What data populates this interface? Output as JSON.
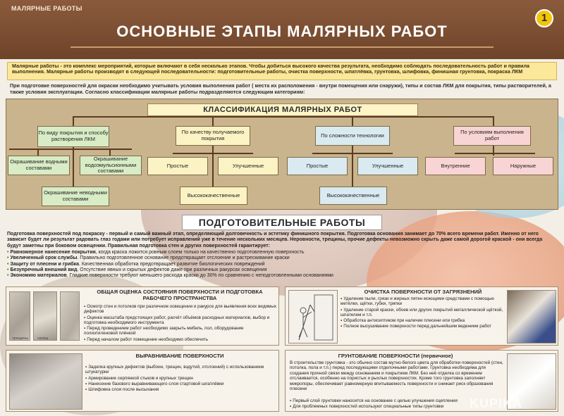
{
  "header": {
    "tag": "МАЛЯРНЫЕ РАБОТЫ",
    "title": "ОСНОВНЫЕ ЭТАПЫ МАЛЯРНЫХ РАБОТ",
    "page_number": "1"
  },
  "intro": {
    "text": "Малярные работы - это комплекс мероприятий, которые включают в себя несколько этапов. Чтобы добиться высокого качества результата, необходимо соблюдать последовательность работ и правила выполнения. Малярные работы производят в следующей последовательности: подготовительные работы, очистка поверхности, шпатлёвка, грунтовка, шлифовка, финишная грунтовка, покраска ЛКМ"
  },
  "note": {
    "text": "При подготовке поверхностей для окраски необходимо учитывать условия выполнения работ ( места их расположения - внутри помещения или снаружи), типы и состав ЛКМ для покрытия, типы растворителей, а также условия эксплуатации. Согласно классификации малярные работы подразделяются следующим категориям:"
  },
  "classification": {
    "title": "КЛАССИФИКАЦИЯ МАЛЯРНЫХ РАБОТ",
    "groups": [
      {
        "head": "По виду покрытия и способу растворения ЛКМ",
        "items": [
          "Окрашивание водными составами",
          "Окрашивание водоэмульсионными составами",
          "Окрашивание неводными составами"
        ]
      },
      {
        "head": "По качеству получаемого покрытия",
        "items": [
          "Простые",
          "Улучшенные",
          "Высококачественные"
        ]
      },
      {
        "head": "По сложности технологии",
        "items": [
          "Простые",
          "Улучшенные",
          "Высококачественные"
        ]
      },
      {
        "head": "По условиям выполнения работ",
        "items": [
          "Внутренние",
          "Наружные"
        ]
      }
    ]
  },
  "preparation": {
    "title": "ПОДГОТОВИТЕЛЬНЫЕ РАБОТЫ",
    "lead": "Подготовка поверхностей под покраску - первый и самый важный этап, определяющий долговечность и эстетику финишного покрытия. Подготовка основания занимает до 70% всего времени работ. Именно от него зависит будет ли результат радовать глаз годами или потребует исправлений уже в течение нескольких месяцев. Неровности, трещины, прочие дефекты невозможно скрыть даже самой дорогой краской - они всегда будут заметны при боковом освещении. Правильная подготовка стен и других поверхностей гарантирует:",
    "benefits": [
      {
        "key": "Равномерное нанесение покрытия",
        "text": ", когда краска ложится ровным слоем только на качественно подготовленную поверхность"
      },
      {
        "key": "Увеличенный срок службы",
        "text": ". Правильно подготовленное основание предотвращает отслоение и растрескивание краски"
      },
      {
        "key": "Защиту от плесени и грибка",
        "text": ". Качественная обработка предотвращает развитие биологических повреждений"
      },
      {
        "key": "Безупречный внешний вид",
        "text": ". Отсутствие явных и скрытых дефектов даже при различных ракурсах освещения"
      },
      {
        "key": "Экономию материалов",
        "text": ". Гладкие поверхности требуют меньшего расхода краски до 30% по сравнению с неподготовленными основаниями"
      }
    ]
  },
  "panels": {
    "assessment": {
      "title": "ОБЩАЯ ОЦЕНКА СОСТОЯНИЯ ПОВЕРХНОСТИ И ПОДГОТОВКА РАБОЧЕГО ПРОСТРАНСТВА",
      "items": [
        "Осмотр стен и потолков при различном освещении и ракурсе для выявления всех видимых дефектов",
        "Оценка масштаба предстоящих работ, расчёт объёмов расходных материалов, выбор и подготовка необходимого инструмента",
        "Перед проведением работ необходимо закрыть мебель, пол, оборудование полиэтиленовой плёнкой",
        "Перед началом работ помещение необходимо обеспечить"
      ],
      "photo_labels": [
        "трещины",
        "сколы"
      ]
    },
    "cleaning": {
      "title": "ОЧИСТКА ПОВЕРХНОСТИ ОТ ЗАГРЯЗНЕНИЙ",
      "items": [
        "Удаление пыли, грязи и жирных пятен моющими средствами с помощью метёлки, щётки, губки, тряпки",
        "Удаление старой краски, обоев или других покрытий металлической щёткой, шпателем и т.п.",
        "Обработка антисептиком при наличии плесени или грибка",
        "Полное высушивание поверхности перед дальнейшим ведением работ"
      ]
    },
    "leveling": {
      "title": "ВЫРАВНИВАНИЕ ПОВЕРХНОСТИ",
      "items": [
        "Заделка крупных дефектов (выбоин, трещин, вздутий, отслоений) с использованием штукатурки",
        "Армирование серпянкой стыков и крупных трещин",
        "Нанесение базового выравнивающего слоя стартовой шпатлёвки",
        "Шлифовка слоя после высыхания"
      ]
    },
    "priming": {
      "title": "ГРУНТОВАНИЕ ПОВЕРХНОСТИ (первичное)",
      "text": "В строительстве грунтовка - это обычно состав мутно-белого цвета для обработки поверхностей (стен, потолка, пола и т.п.) перед последующими отделочными работами. Грунтовка необходима для создания прочной связи между основанием и покрытием ЛКМ. Без неё отделка со временем отслаивается, особенно на пористых и рыхлых поверхностях. Кроме того грунтовка заполняет микропоры, обеспечивает равномерную впитываемость поверхности и снижает риск образования плесени",
      "items": [
        "Первый слой грунтовки наносится на основание с целью улучшения сцепления",
        "Для проблемных поверхностей используют специальные типы грунтовки"
      ]
    }
  },
  "watermark": "KUPIKA",
  "colors": {
    "header_brown": "#7a4d31",
    "intro_yellow": "#fbe89a",
    "classification_bg": "#c9b48d",
    "group_green": "#d8ecc6",
    "group_yellow": "#fbf3c4",
    "group_blue": "#d9eaf0",
    "group_pink": "#f9d4d4",
    "badge_yellow": "#f1c40f"
  }
}
